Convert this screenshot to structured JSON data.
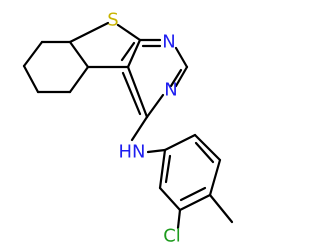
{
  "molecule": {
    "colors": {
      "bond": "#000000",
      "sulfur": "#c8b400",
      "nitrogen": "#1e1ef0",
      "chlorine": "#1e9b1e"
    },
    "atoms": {
      "sulfur": {
        "label": "S",
        "color": "#c8b400"
      },
      "n_top": {
        "label": "N",
        "color": "#1e1ef0"
      },
      "n_bottom": {
        "label": "N",
        "color": "#1e1ef0"
      },
      "amine": {
        "label": "HN",
        "color": "#1e1ef0"
      },
      "chlorine": {
        "label": "Cl",
        "color": "#1e9b1e"
      }
    }
  }
}
